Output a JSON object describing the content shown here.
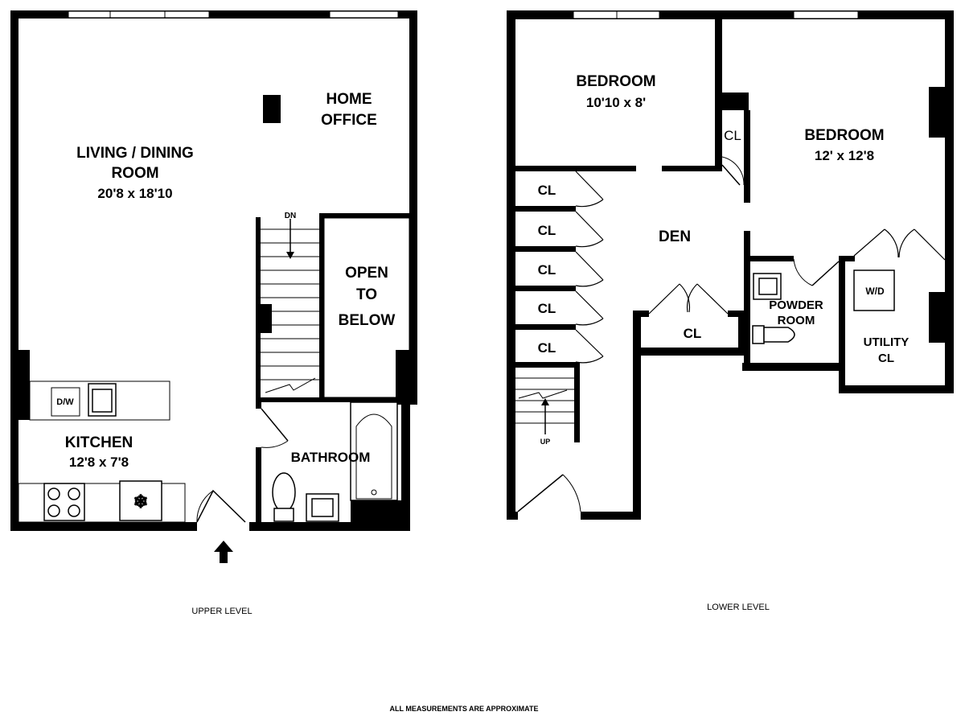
{
  "upper_level": {
    "caption": "UPPER LEVEL",
    "living_dining": {
      "name_line1": "LIVING / DINING",
      "name_line2": "ROOM",
      "dims": "20'8 x 18'10"
    },
    "home_office": {
      "line1": "HOME",
      "line2": "OFFICE"
    },
    "open_to_below": {
      "line1": "OPEN",
      "line2": "TO",
      "line3": "BELOW"
    },
    "stair_dn": "DN",
    "kitchen": {
      "name": "KITCHEN",
      "dims": "12'8 x 7'8",
      "dishwasher": "D/W"
    },
    "bathroom": "BATHROOM"
  },
  "lower_level": {
    "caption": "LOWER LEVEL",
    "bedroom_1": {
      "name": "BEDROOM",
      "dims": "10'10 x 8'"
    },
    "bedroom_2": {
      "name": "BEDROOM",
      "dims": "12' x 12'8"
    },
    "closet_small": "CL",
    "closets": [
      "CL",
      "CL",
      "CL",
      "CL",
      "CL"
    ],
    "den": "DEN",
    "den_closet": "CL",
    "powder_room": {
      "line1": "POWDER",
      "line2": "ROOM"
    },
    "washer_dryer": "W/D",
    "utility": {
      "line1": "UTILITY",
      "line2": "CL"
    },
    "stair_up": "UP"
  },
  "footer_note": "ALL MEASUREMENTS ARE APPROXIMATE"
}
